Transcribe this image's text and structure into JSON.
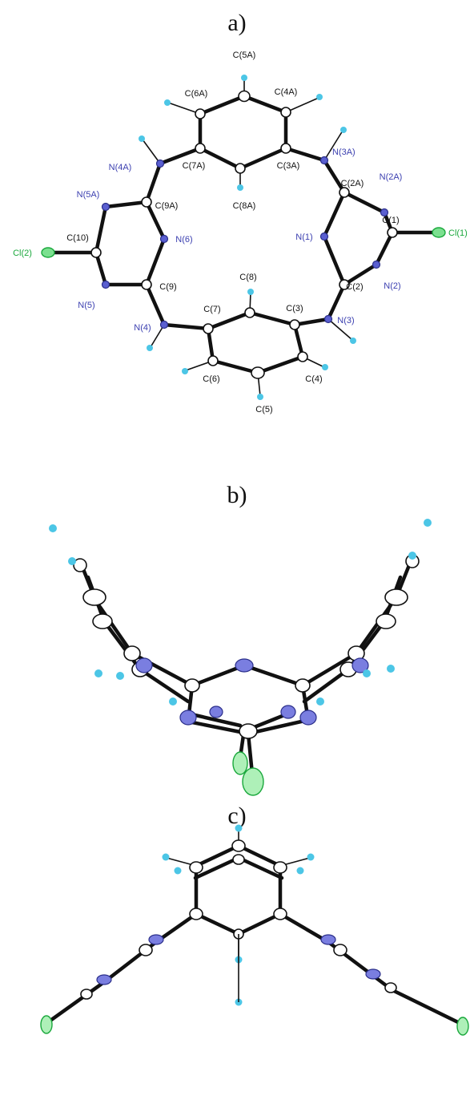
{
  "panels": [
    {
      "id": "a",
      "label": "a)"
    },
    {
      "id": "b",
      "label": "b)"
    },
    {
      "id": "c",
      "label": "c)"
    }
  ],
  "atoms_a": {
    "C5A": "C(5A)",
    "C4A": "C(4A)",
    "C6A": "C(6A)",
    "N3A": "N(3A)",
    "N4A": "N(4A)",
    "C7A": "C(7A)",
    "C3A": "C(3A)",
    "C2A": "C(2A)",
    "N2A": "N(2A)",
    "N5A": "N(5A)",
    "C9A": "C(9A)",
    "C8A": "C(8A)",
    "C1": "C(1)",
    "Cl1": "Cl(1)",
    "C10": "C(10)",
    "N1": "N(1)",
    "N6": "N(6)",
    "Cl2": "Cl(2)",
    "C8": "C(8)",
    "C9": "C(9)",
    "C2": "C(2)",
    "N2": "N(2)",
    "N5": "N(5)",
    "C7": "C(7)",
    "C3": "C(3)",
    "N4": "N(4)",
    "N3": "N(3)",
    "C6": "C(6)",
    "C4": "C(4)",
    "C5": "C(5)"
  },
  "colors": {
    "carbon": "#111111",
    "nitrogen": "#3b3fb0",
    "chlorine": "#1aa83c",
    "hydrogen": "#27b7d9"
  }
}
